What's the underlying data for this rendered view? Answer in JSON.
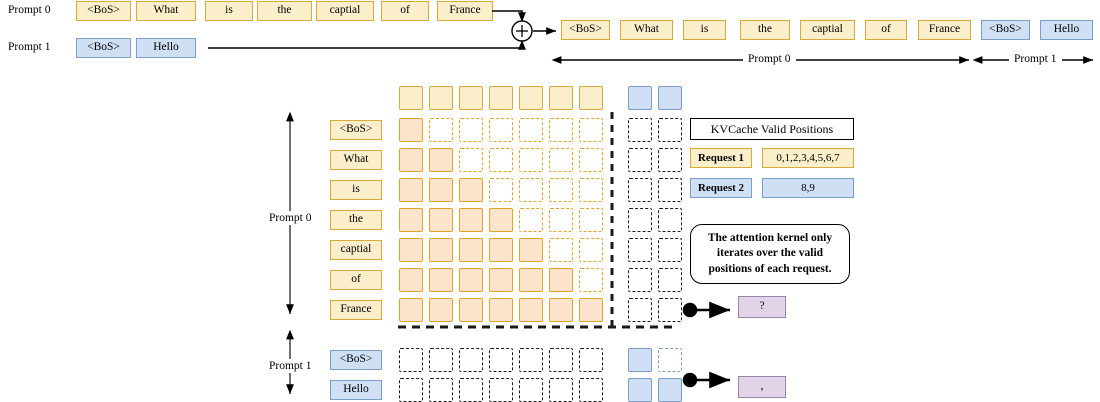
{
  "top": {
    "row0_label": "Prompt 0",
    "row1_label": "Prompt 1",
    "prompt0_tokens": [
      "<BoS>",
      "What",
      "is",
      "the",
      "captial",
      "of",
      "France"
    ],
    "prompt1_tokens": [
      "<BoS>",
      "Hello"
    ],
    "merge_icon": "circled-plus-icon",
    "merged_tokens": [
      {
        "text": "<BoS>",
        "kind": "y"
      },
      {
        "text": "What",
        "kind": "y"
      },
      {
        "text": "is",
        "kind": "y"
      },
      {
        "text": "the",
        "kind": "y"
      },
      {
        "text": "captial",
        "kind": "y"
      },
      {
        "text": "of",
        "kind": "y"
      },
      {
        "text": "France",
        "kind": "y"
      },
      {
        "text": "<BoS>",
        "kind": "b"
      },
      {
        "text": "Hello",
        "kind": "b"
      }
    ],
    "span0_label": "Prompt 0",
    "span1_label": "Prompt 1"
  },
  "matrix": {
    "col_headers": [
      {
        "kind": "y"
      },
      {
        "kind": "y"
      },
      {
        "kind": "y"
      },
      {
        "kind": "y"
      },
      {
        "kind": "y"
      },
      {
        "kind": "y"
      },
      {
        "kind": "y"
      },
      {
        "kind": "b"
      },
      {
        "kind": "b"
      }
    ],
    "group0_label": "Prompt 0",
    "group1_label": "Prompt 1",
    "rows": [
      {
        "label": "<BoS>",
        "kind": "y",
        "cells": [
          "fy",
          "ey",
          "ey",
          "ey",
          "ey",
          "ey",
          "ey",
          "ek",
          "ek"
        ]
      },
      {
        "label": "What",
        "kind": "y",
        "cells": [
          "fy",
          "fy",
          "ey",
          "ey",
          "ey",
          "ey",
          "ey",
          "ek",
          "ek"
        ]
      },
      {
        "label": "is",
        "kind": "y",
        "cells": [
          "fy",
          "fy",
          "fy",
          "ey",
          "ey",
          "ey",
          "ey",
          "ek",
          "ek"
        ]
      },
      {
        "label": "the",
        "kind": "y",
        "cells": [
          "fy",
          "fy",
          "fy",
          "fy",
          "ey",
          "ey",
          "ey",
          "ek",
          "ek"
        ]
      },
      {
        "label": "captial",
        "kind": "y",
        "cells": [
          "fy",
          "fy",
          "fy",
          "fy",
          "fy",
          "ey",
          "ey",
          "ek",
          "ek"
        ]
      },
      {
        "label": "of",
        "kind": "y",
        "cells": [
          "fy",
          "fy",
          "fy",
          "fy",
          "fy",
          "fy",
          "ey",
          "ek",
          "ek"
        ]
      },
      {
        "label": "France",
        "kind": "y",
        "cells": [
          "fy",
          "fy",
          "fy",
          "fy",
          "fy",
          "fy",
          "fy",
          "ek",
          "ek"
        ]
      },
      {
        "label": "<BoS>",
        "kind": "b",
        "cells": [
          "ek",
          "ek",
          "ek",
          "ek",
          "ek",
          "ek",
          "ek",
          "fb",
          "eb"
        ]
      },
      {
        "label": "Hello",
        "kind": "b",
        "cells": [
          "ek",
          "ek",
          "ek",
          "ek",
          "ek",
          "ek",
          "ek",
          "fb",
          "fb"
        ]
      }
    ],
    "outputs": [
      {
        "row": 6,
        "text": "?"
      },
      {
        "row": 8,
        "text": ","
      }
    ]
  },
  "legend": {
    "title": "KVCache Valid Positions",
    "entries": [
      {
        "name": "Request 1",
        "value": "0,1,2,3,4,5,6,7",
        "kind": "y"
      },
      {
        "name": "Request 2",
        "value": "8,9",
        "kind": "b"
      }
    ]
  },
  "note": {
    "text": "The attention kernel only iterates over the valid positions of each request."
  },
  "colors": {
    "yellow_fill": "#fbeecb",
    "yellow_border": "#d9a93a",
    "yellow_cell_fill": "#fce3cc",
    "yellow_cell_border": "#e0a326",
    "blue_fill": "#cfdff4",
    "blue_border": "#7b9ec9",
    "purple_fill": "#e2d4e8",
    "purple_border": "#9b84ab",
    "line": "#000000"
  }
}
